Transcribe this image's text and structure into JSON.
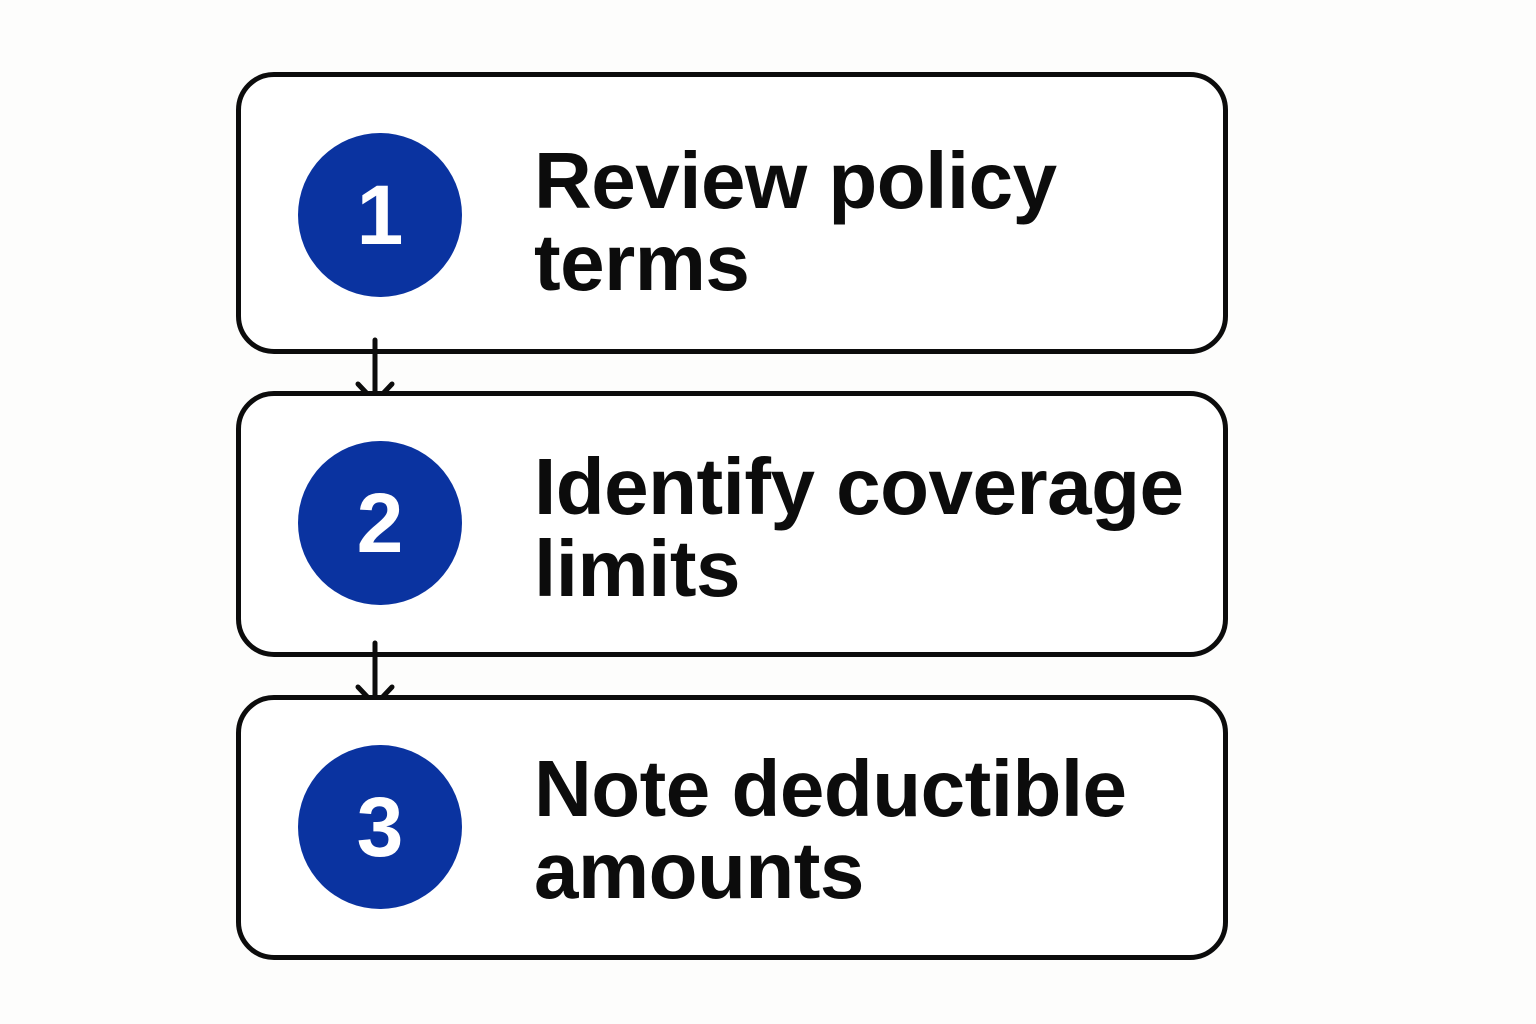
{
  "steps": [
    {
      "number": "1",
      "label_lines": [
        "Review policy",
        "terms"
      ]
    },
    {
      "number": "2",
      "label_lines": [
        "Identify coverage",
        "limits"
      ]
    },
    {
      "number": "3",
      "label_lines": [
        "Note deductible",
        "amounts"
      ]
    }
  ],
  "colors": {
    "badge": "#0a33a0",
    "badge_text": "#ffffff",
    "outline": "#0c0c0c",
    "text": "#0c0c0c",
    "background": "#fdfdfc"
  },
  "icons": {
    "connector": "down-arrow-icon"
  }
}
